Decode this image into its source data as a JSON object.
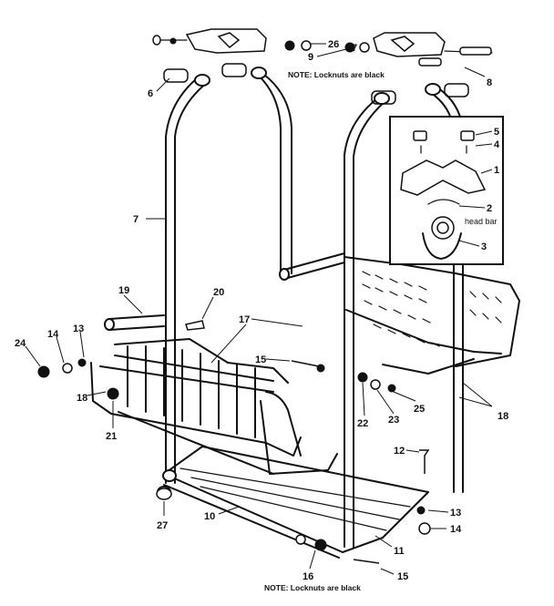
{
  "notes": {
    "top": "NOTE: Locknuts are black",
    "bottom": "NOTE: Locknuts are black"
  },
  "inset": {
    "head_bar_label": "head bar"
  },
  "callouts": [
    "26",
    "9",
    "7",
    "8",
    "6",
    "7",
    "5",
    "4",
    "1",
    "2",
    "3",
    "19",
    "20",
    "17",
    "24",
    "14",
    "13",
    "15",
    "18",
    "21",
    "22",
    "23",
    "25",
    "18",
    "12",
    "13",
    "14",
    "27",
    "10",
    "11",
    "16",
    "15"
  ]
}
